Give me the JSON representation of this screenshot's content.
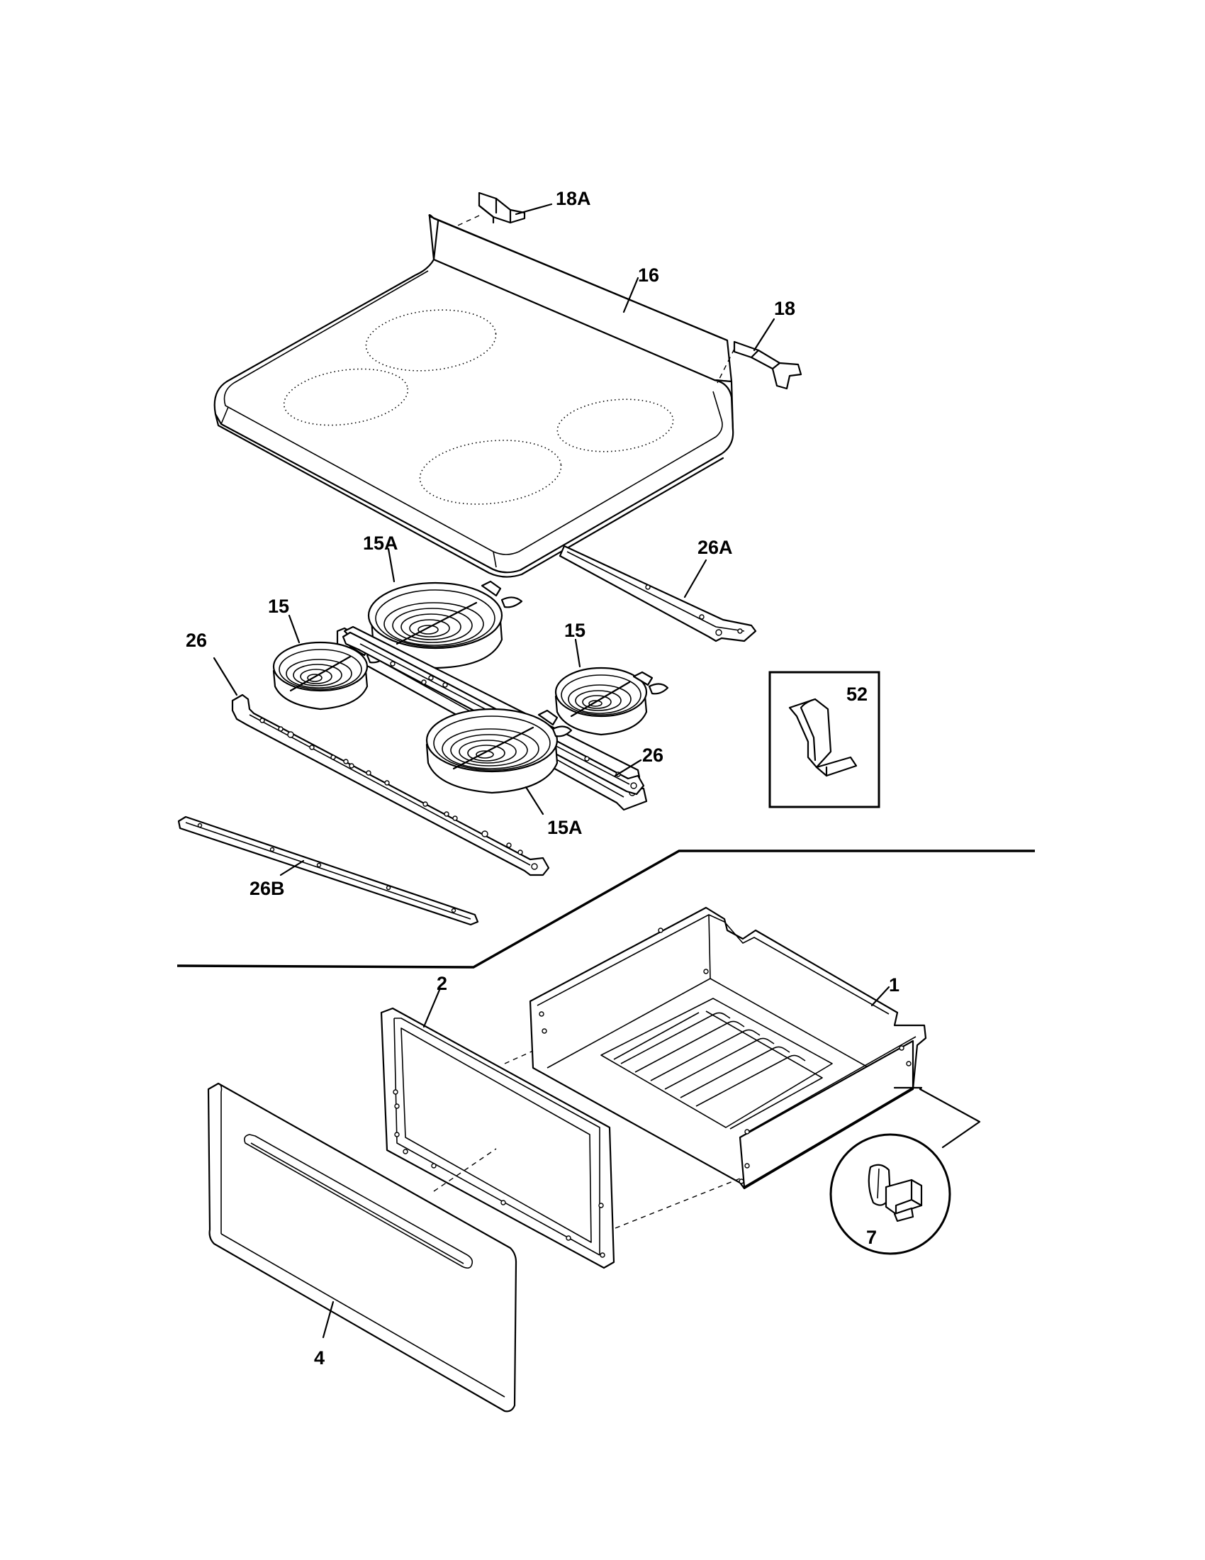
{
  "labels": {
    "part_18A": "18A",
    "part_16": "16",
    "part_18": "18",
    "part_15A_top": "15A",
    "part_26A": "26A",
    "part_15_left": "15",
    "part_15_right": "15",
    "part_26_left": "26",
    "part_52": "52",
    "part_26_right": "26",
    "part_15A_bottom": "15A",
    "part_26B": "26B",
    "part_2": "2",
    "part_1": "1",
    "part_7": "7",
    "part_4": "4"
  }
}
